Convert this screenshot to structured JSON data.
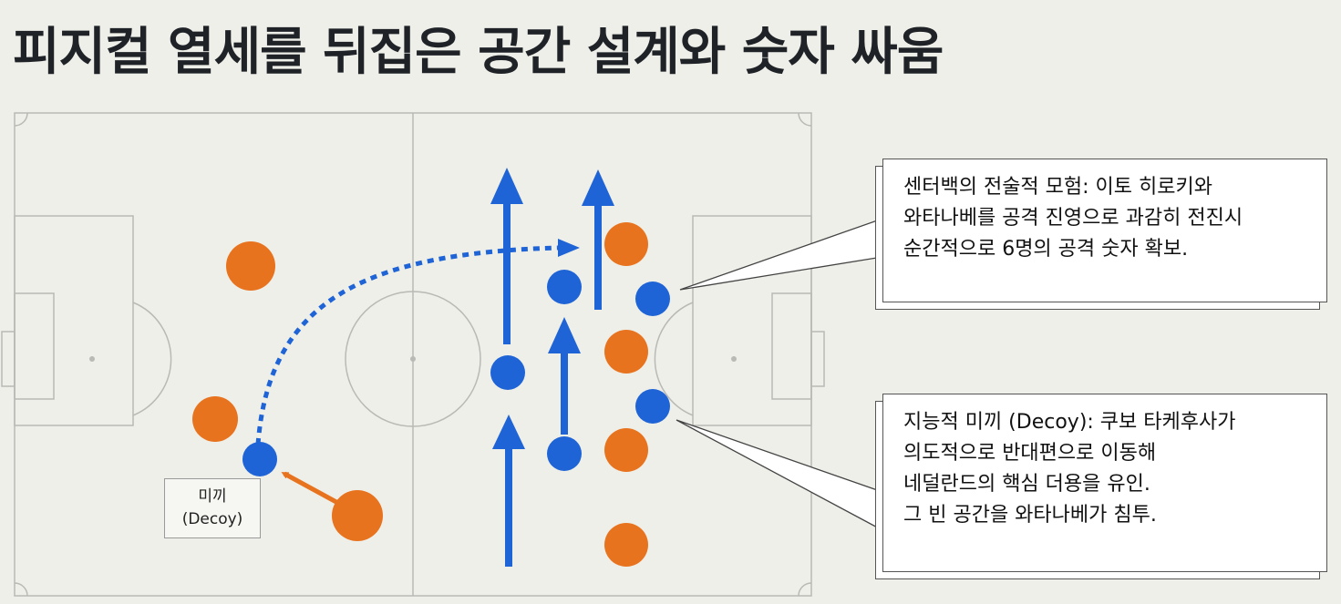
{
  "title": "피지컬 열세를 뒤집은 공간 설계와 숫자 싸움",
  "colors": {
    "background": "#efefe9",
    "pitch_line": "#b9b9b5",
    "team_blue": "#1f64d6",
    "team_orange": "#e8731f",
    "arrow_blue": "#1f64d6",
    "arrow_orange": "#e8731f"
  },
  "decoy_label": {
    "line1": "미끼",
    "line2": "(Decoy)"
  },
  "callouts": [
    {
      "lines": [
        "센터백의 전술적 모험: 이토 히로키와",
        "와타나베를 공격 진영으로 과감히 전진시",
        "순간적으로 6명의 공격 숫자 확보."
      ]
    },
    {
      "lines": [
        "지능적 미끼 (Decoy): 쿠보 타케후사가",
        "의도적으로 반대편으로 이동해",
        "네덜란드의 핵심 더용을 유인.",
        "그 빈 공간을 와타나베가 침투."
      ]
    }
  ]
}
